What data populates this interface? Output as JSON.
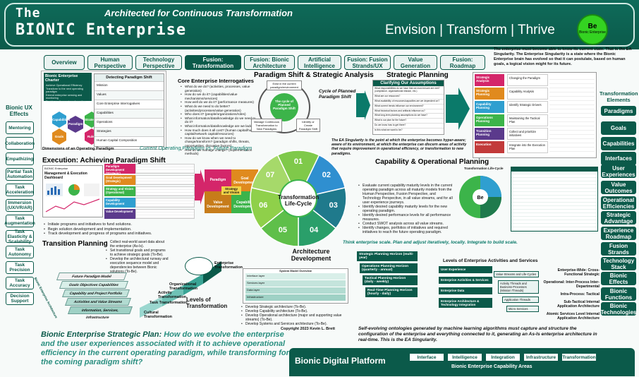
{
  "header": {
    "the": "The",
    "title": "BIONIC Enterprise",
    "tagline": "Architected for Continuous Transformation",
    "evt": "Envision | Transform | Thrive",
    "logo_mark": "Be",
    "logo_text": "Bionic Enterprise"
  },
  "intro": "The enterprise must become able to know its current state. That is the EA Singularity. The Enterprise Singularity is a state where the Bionic Enterprise brain has evolved so that it can postulate, based on human goals, a logical vision might for its future.",
  "nav": [
    "Overview",
    "Human Perspective",
    "Technology Perspective",
    "Fusion: Transformation",
    "Fusion: Bionic Architecture",
    "Artificial Intelligence",
    "Fusion: Fusion Strands/UX",
    "Value Generation",
    "Fusion: Roadmap"
  ],
  "nav_active": 3,
  "left": {
    "heading": "Bionic UX Effects",
    "items": [
      "Mentoring",
      "Collaboration",
      "Empathizing",
      "Partial Task Automation",
      "Task Acceleration",
      "Immersion (UX/VR/AR)",
      "Task Augmentation",
      "Task Elasticity & Scalability",
      "Task Autonomy",
      "Task Precision",
      "Task Accuracy",
      "Decision Support"
    ]
  },
  "right": {
    "heading": "Transformation Elements",
    "items": [
      "Paradigms",
      "Goals",
      "Capabilities",
      "Interfaces",
      "User Experiences",
      "Value Outcomes",
      "Operational Efficiencies",
      "Strategic Advantage",
      "Experience Roadmap",
      "Fusion Strands",
      "Technology Stack",
      "Bionic Effects",
      "Bionic Functions",
      "Bionic Technologies"
    ]
  },
  "charter": {
    "title": "Bionic Enterprise Charter",
    "lines": [
      "Achieve Operational Efficiency",
      "Transform to the next operating paradigm",
      "Extend enterprise sensing and monitoring",
      "Enable continuous transformation"
    ]
  },
  "hexes": [
    "Capabilities",
    "Strategies",
    "Goals",
    "Rules",
    "Paradigm"
  ],
  "op_paradigm_caption": "Dimensions of an Operating Paradigm",
  "detect": {
    "title": "Detecting Paradigm Shift",
    "rows": [
      "Mission",
      "Values",
      "Core Enterprise Interrogatives",
      "Capabilities",
      "Operations",
      "Strategies",
      "Human Capital Composition"
    ]
  },
  "interrogatives": {
    "title": "Core Enterprise Interrogatives",
    "items": [
      "What do we do? (activities, processes, value generation)",
      "How do we do it? (capabilities/value mechanisms/services)",
      "How well do we do it? (performance measures)",
      "What do we need to do better? (activities/processes/value generation)",
      "Who does it? (people/organizations/roles)",
      "What information/data/knowledge do we need to do it?",
      "What information/data/knowledge are we lacking?",
      "How much does it all cost? (human capital/human capital/network capital/resources)",
      "How do we know when we need to change/transform? (paradigm shifts, threats, opportunities, disruptive factors)",
      "How do we manage change? (implementation methods)"
    ]
  },
  "paradigm_caption": "Current Operating Paradigm vs. Future Paradigm",
  "shift": {
    "title": "Paradigm Shift & Strategic Analysis",
    "cycle_label": "Cycle of Planned Paradigm Shift",
    "center": "The cycle of Planned Paradigm Shift",
    "n1": "Exist in the current paradigm/environment",
    "n2": "Identify or Create Paradigm Shift",
    "n3": "Manage Continuous Transformation to New Paradigms"
  },
  "strategic": {
    "title": "Strategic Planning",
    "clarify": "Clarifying Our Assumptions",
    "rows": [
      "What responsibilities do we have that we must ensure are met? (compliance, organizational mission, etc.)",
      "What are our resources?",
      "What availability of resources/capacities are we dependent on?",
      "What current trends influence our environment?",
      "What historical factors and artifacts influence us?",
      "What long-term planning assumptions do we have?",
      "What is our plan for the future?",
      "Do we know how to get there?",
      "Is this what we want to be?"
    ],
    "stages": [
      "Strategic Analysis",
      "Strategic Planning",
      "Capability Planning",
      "Operations Planning",
      "Transition Planning",
      "Execution"
    ],
    "notes": [
      "Changing the Paradigm",
      "Capability Analysis",
      "Identify Strategic Drivers",
      "Maintaining the Tactical Plan",
      "Collect and prioritize initiatives",
      "Integrate into the Execution Plan"
    ]
  },
  "singularity": "The EA Singularity is the point at which the enterprise becomes hyper-aware; aware of its environment, at which the enterprise can discern areas of activity that require improvement in operational efficiency, or transformation to new paradigms.",
  "execution": {
    "title": "Execution: Achieving Paradigm Shift",
    "dash": "Management & Execution Dashboard",
    "steps": [
      "Paradigm Development (Strategic)",
      "Goal Development (Strategic)",
      "Strategy and Vision (Operational)",
      "Capability Development",
      "Value Development"
    ],
    "quad": [
      "Paradigm",
      "Goal Development",
      "Strategy and Vision",
      "Value Development",
      "Capability Development"
    ],
    "list": [
      "Initiate programs and initiatives to fund solutions.",
      "Begin solution development and implementation.",
      "Track development and progress of programs and initiatives."
    ]
  },
  "wheel": {
    "center": "Transformation Life-Cycle",
    "numbers": [
      "01",
      "02",
      "03",
      "04",
      "05",
      "06",
      "07"
    ]
  },
  "capability": {
    "title": "Capability & Operational Planning",
    "lifecycle": "Transformation Life-Cycle",
    "items": [
      "Evaluate current capability maturity levels in the current operating paradigm across all maturity models from the Human Perspective, Fusion Perspective, and Technology Perspective, in all value streams, and for all user experience journeys.",
      "Identify desired capability maturity levels for the new operating paradigm.",
      "Identify desired performance levels for all performance measures.",
      "Conduct SWOT analysis across all value streams.",
      "Identify changes, portfolios of initiatives and required initiatives to reach the future operating paradigm."
    ],
    "tagline": "Think enterprise scale. Plan and adjust iteratively, locally. Integrate to build scale."
  },
  "transition": {
    "title": "Transition Planning",
    "list": [
      "Collect real-world asset data about the enterprise (As-Is).",
      "Set transitional goals and programs to achieve strategic goals (To-Be).",
      "Develop the architectural runway and execution sequence model and dependencies between Bionic solutions (To-Be)."
    ],
    "layers": [
      "Future Paradigm Model",
      "Goals Objectives Capabilities",
      "Capability and Project Portfolio",
      "Activities and Value Streams",
      "Information, Services, Infrastructure"
    ],
    "levels": [
      "Enterprise Transformation",
      "Organizational Transformation",
      "Activity Transformation",
      "Task Transformation",
      "Cultural Transformation"
    ],
    "levels_title": "Levels of Transformation",
    "arch_stack": "Bionic Enterprise Architecture"
  },
  "arch": {
    "title": "Architecture Development",
    "list": [
      "Develop Strategic architecture (To-Be).",
      "Develop Capability architecture (To-Be).",
      "Develop Operational architecture (major and supporting value streams) (To-Be).",
      "Develop Systems and Services architecture (To-Be)."
    ],
    "mini_title": "System Model Overview",
    "mini_rows": [
      "Interface layer",
      "Services layer",
      "Data layer",
      "Infrastructure"
    ]
  },
  "horizons": {
    "rows": [
      "Strategic Planning Horizon (multi-year)",
      "Operations Planning Horizon (quarterly - annual)",
      "Tactical Planning Horizon (daily - weekly)",
      "Real-Time Planning Horizon (hourly - daily)"
    ]
  },
  "levels_ea": {
    "title": "Levels of Enterprise Activities and Services",
    "left": [
      "User Experience",
      "Enterprise Activities & Services",
      "Enterprise Data",
      "Enterprise Architecture & Technology Integration"
    ],
    "mid": [
      "Value Streams and Life-Cycles",
      "Activity Threads and Business Processes (Mission Threads)",
      "Application Threads",
      "Micro Services"
    ],
    "labels": [
      "Enterprise-Wide: Cross-Functional Strategic",
      "Operational: Inter-Process Inter-Departmental",
      "Intra-Process: Tactical",
      "Sub-Tactical Internal Application Architecture",
      "Atomic Services Level Internal Application Architecture"
    ]
  },
  "copyright": "Copyright 2023 Kevin L. Brett",
  "plan": {
    "lead": "Bionic Enterprise Strategic Plan:",
    "question": "How do we evolve the enterprise and the user experiences associated with it to achieve operational efficiency in the current operating paradigm, while transforming for the coming paradigm shift?"
  },
  "selfev": "Self-evolving ontologies generated by machine learning algorithms must capture and structure the configuration of the enterprise and everything connected to it, generating an As-Is enterprise architecture in real-time. This is the EA Singularity.",
  "platform": {
    "title": "Bionic Digital Platform",
    "caps": [
      "Interface",
      "Intelligence",
      "Integration",
      "Infrastructure",
      "Transformation"
    ],
    "caption": "Bionic Enterprise Capability Areas"
  },
  "colors": {
    "teal": "#0b5a4a",
    "green": "#34d321",
    "blue": "#2a6bb5"
  }
}
